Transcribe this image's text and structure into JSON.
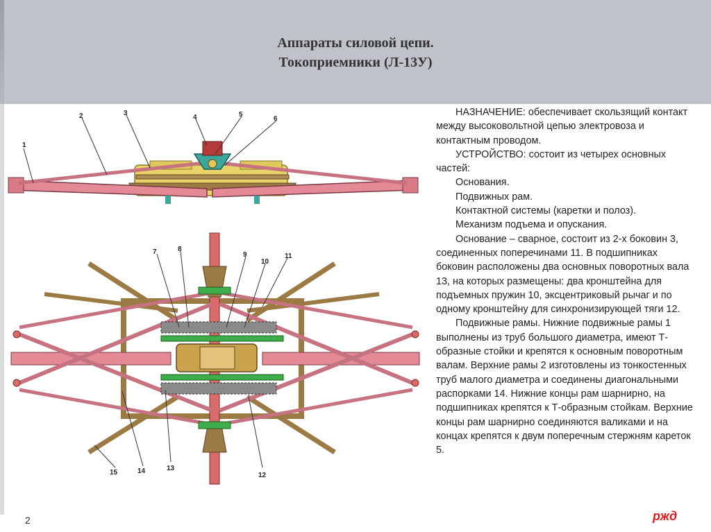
{
  "slide": {
    "title_line1": "Аппараты силовой цепи.",
    "title_line2": "Токоприемники (Л-13У)",
    "page_number": "2",
    "logo_text": "ржд"
  },
  "figure": {
    "callouts": [
      "1",
      "2",
      "3",
      "4",
      "5",
      "6",
      "7",
      "8",
      "9",
      "10",
      "11",
      "12",
      "13",
      "14",
      "15"
    ]
  },
  "text": [
    {
      "style": "ind",
      "text": "НАЗНАЧЕНИЕ: обеспечивает скользящий контакт между высоковольтной цепью электровоза и контактным проводом."
    },
    {
      "style": "ind",
      "text": "УСТРОЙСТВО: состоит из четырех основных частей:"
    },
    {
      "style": "item",
      "text": "Основания."
    },
    {
      "style": "item",
      "text": "Подвижных рам."
    },
    {
      "style": "item",
      "text": "Контактной системы (каретки и полоз)."
    },
    {
      "style": "item",
      "text": "Механизм подъема и опускания."
    },
    {
      "style": "ind",
      "text": "Основание – сварное, состоит из 2-х боковин 3, соединенных поперечинами 11. В подшипниках боковин расположены два основных поворотных вала 13, на которых размещены: два кронштейна для подъемных пружин 10, эксцентриковый рычаг и по одному кронштейну для синхронизирующей тяги 12."
    },
    {
      "style": "ind",
      "text": "Подвижные рамы. Нижние подвижные рамы 1 выполнены из труб большого диаметра, имеют Т-образные стойки и крепятся к основным поворотным валам. Верхние рамы 2 изготовлены из тонкостенных труб малого диаметра и соединены диагональными распорками 14. Нижние концы рам шарнирно, на подшипниках крепятся к Т-образным стойкам. Верхние концы рам шарнирно соединяются валиками и на концах крепятся к двум поперечным стержням кареток 5."
    }
  ]
}
